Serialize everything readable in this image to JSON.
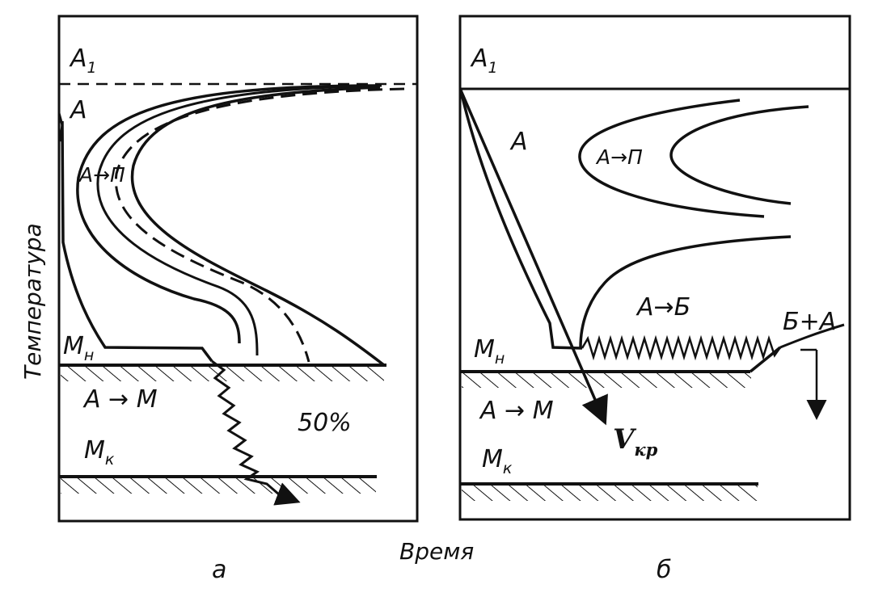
{
  "axes": {
    "y_title": "Температура",
    "x_title": "Время"
  },
  "panel_a": {
    "caption": "а",
    "labels": {
      "a1": "A",
      "a1_sub": "1",
      "austenite": "A",
      "a_to_p": "A→П",
      "mn": "M",
      "mn_sub": "н",
      "a_to_m": "A → M",
      "percent": "50%",
      "mk": "M",
      "mk_sub": "к"
    }
  },
  "panel_b": {
    "caption": "б",
    "labels": {
      "a1": "A",
      "a1_sub": "1",
      "austenite": "A",
      "a_to_p": "A→П",
      "a_to_b": "A→Б",
      "b_plus_a": "Б+A",
      "mn": "M",
      "mn_sub": "н",
      "a_to_m": "A → M",
      "vkr": "V",
      "vkr_sub": "кр",
      "mk": "M",
      "mk_sub": "к"
    }
  },
  "colors": {
    "ink": "#111111",
    "background": "#ffffff"
  }
}
